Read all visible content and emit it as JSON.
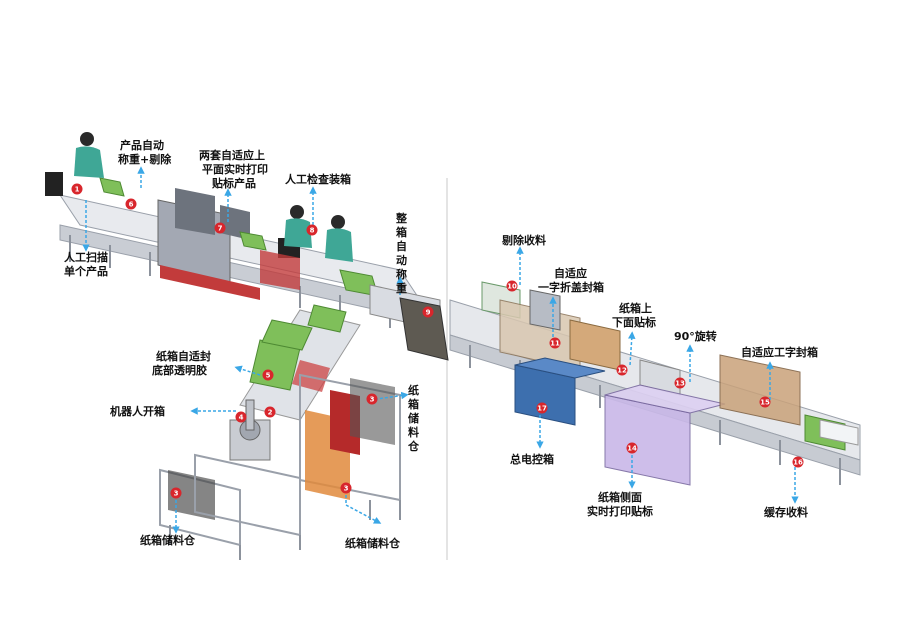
{
  "labels": {
    "l1": "产品自动",
    "l2": "称重+剔除",
    "l3": "两套自适应上",
    "l4": "平面实时打印",
    "l5": "贴标产品",
    "l6": "人工检查装箱",
    "l7": "人工扫描",
    "l8": "单个产品",
    "l9": "整",
    "l10": "箱",
    "l11": "自",
    "l12": "动",
    "l13": "称",
    "l14": "重",
    "l15": "剔除收料",
    "l16": "自适应",
    "l17": "一字折盖封箱",
    "l18": "纸箱上",
    "l19": "下面贴标",
    "l20": "90°旋转",
    "l21": "自适应工字封箱",
    "l22": "纸箱自适封",
    "l23": "底部透明胶",
    "l24": "机器人开箱",
    "l25": "纸",
    "l26": "箱",
    "l27": "储",
    "l28": "料",
    "l29": "仓",
    "l30": "总电控箱",
    "l31": "纸箱侧面",
    "l32": "实时打印贴标",
    "l33": "缓存收料",
    "l34": "纸箱储料仓",
    "l35": "纸箱储料仓"
  },
  "markers": [
    "1",
    "2",
    "3",
    "4",
    "5",
    "6",
    "7",
    "8",
    "9",
    "10",
    "11",
    "12",
    "13",
    "14",
    "15",
    "16",
    "17"
  ],
  "colors": {
    "arrow": "#3aa7e6",
    "marker": "#d8262c",
    "frame": "#b8bcc4",
    "green": "#7fbf5a",
    "purple": "#c9b8e8",
    "blue": "#3d6fae",
    "red": "#c0392b"
  }
}
